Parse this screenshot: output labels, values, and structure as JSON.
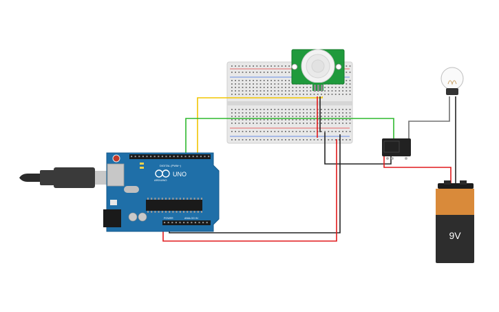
{
  "arduino": {
    "brand": "UNO",
    "logo_text": "ARDUINO",
    "digital_label": "DIGITAL (PWM~)",
    "power_label": "POWER",
    "analog_label": "ANALOG IN",
    "color": "#1f6fa8"
  },
  "battery": {
    "label": "9V",
    "top_color": "#d98a3a",
    "body_color": "#2d2d2d"
  },
  "pir_sensor": {
    "color": "#1f9a3c"
  },
  "relay": {
    "color": "#222222"
  },
  "wires": {
    "signal_yellow": "#f2c500",
    "signal_green": "#2db82d",
    "power_red": "#e0191b",
    "ground_black": "#222222",
    "lamp_gray": "#707070"
  },
  "usb_cable": {
    "color": "#3a3a3a"
  },
  "breadboard": {
    "color": "#e6e6e6"
  }
}
